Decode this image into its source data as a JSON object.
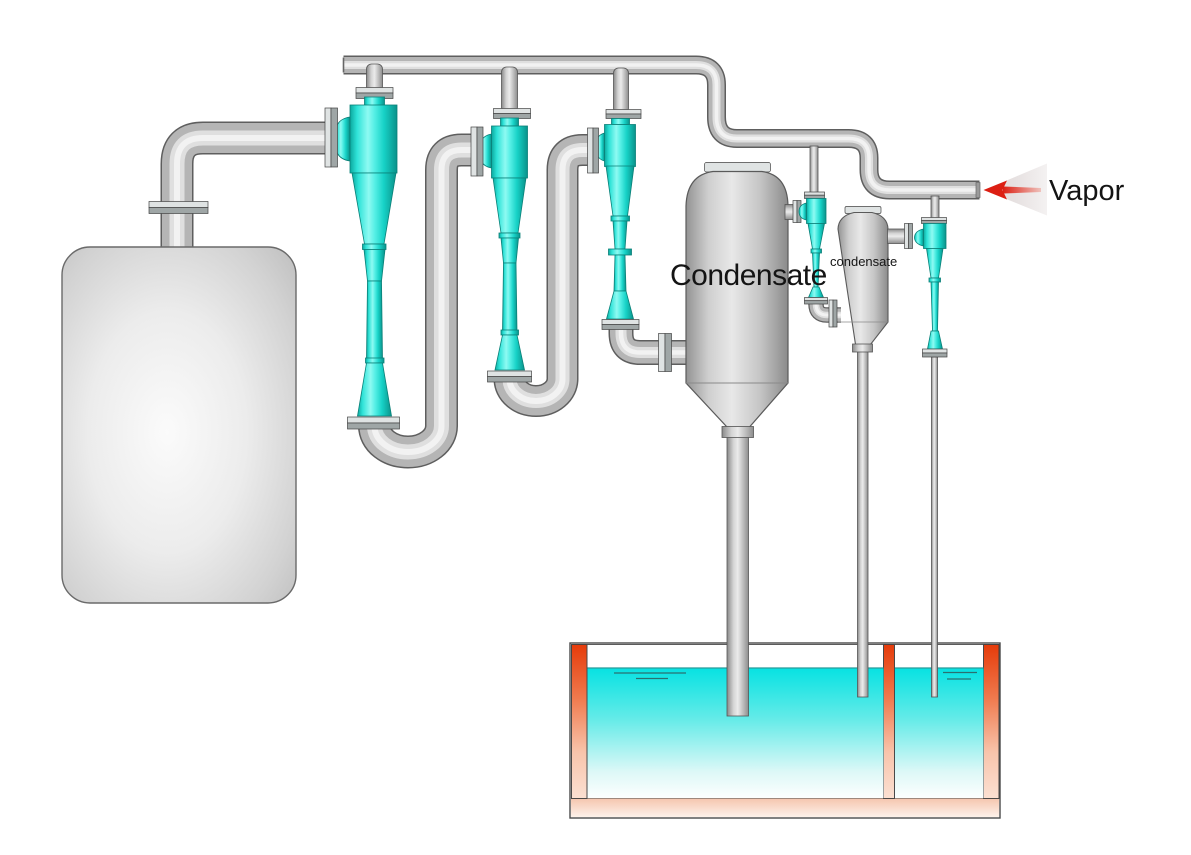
{
  "labels": {
    "condensate_main": "Condensate",
    "condensate_small": "condensate",
    "vapor": "Vapor"
  },
  "colors": {
    "ejector_cyan": "#2fe3d8",
    "pipe_gray": "#b5b5b5",
    "vessel_gray": "#c6c6c6",
    "water_cyan": "#06e2e2",
    "tank_wall_orange": "#e63b0a",
    "vapor_arrow_red": "#dc1f13",
    "background": "#ffffff"
  },
  "components": {
    "vacuum_chamber": "vacuum-chamber-vessel",
    "ejectors": [
      "steam-ejector-1",
      "steam-ejector-2",
      "steam-ejector-3",
      "booster-ejector-1",
      "booster-ejector-2"
    ],
    "condensers": [
      "condensate-vessel",
      "small-condensate-vessel"
    ],
    "hotwell": "water-seal-tank"
  }
}
